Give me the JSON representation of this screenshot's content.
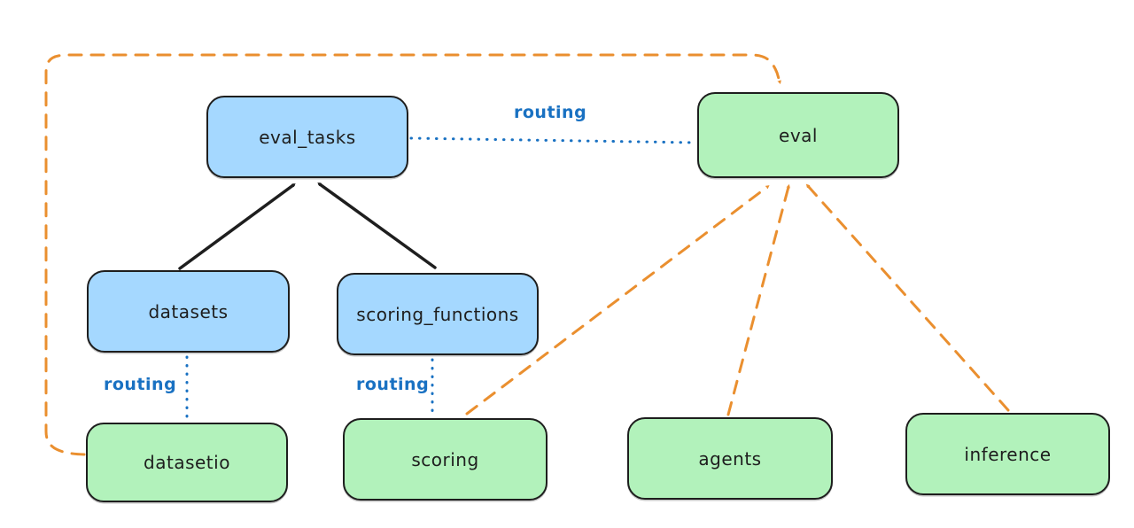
{
  "diagram": {
    "type": "architecture-diagram",
    "background": "#ffffff",
    "colors": {
      "resource_fill": "#a5d8ff",
      "provider_fill": "#b2f2bb",
      "node_stroke": "#1e1e1e",
      "routing_blue": "#1971c2",
      "orange_dashed": "#ea8f2f",
      "black_arrow": "#1e1e1e"
    },
    "nodes": [
      {
        "id": "eval_tasks",
        "label": "eval_tasks",
        "color": "blue"
      },
      {
        "id": "eval",
        "label": "eval",
        "color": "green"
      },
      {
        "id": "datasets",
        "label": "datasets",
        "color": "blue"
      },
      {
        "id": "scoring_functions",
        "label": "scoring_functions",
        "color": "blue"
      },
      {
        "id": "datasetio",
        "label": "datasetio",
        "color": "green"
      },
      {
        "id": "scoring",
        "label": "scoring",
        "color": "green"
      },
      {
        "id": "agents",
        "label": "agents",
        "color": "green"
      },
      {
        "id": "inference",
        "label": "inference",
        "color": "green"
      }
    ],
    "routing_labels": [
      {
        "text": "routing",
        "between": [
          "eval_tasks",
          "eval"
        ]
      },
      {
        "text": "routing",
        "between": [
          "datasets",
          "datasetio"
        ]
      },
      {
        "text": "routing",
        "between": [
          "scoring_functions",
          "scoring"
        ]
      }
    ],
    "edges": [
      {
        "from": "datasets",
        "to": "eval_tasks",
        "style": "solid-black-arrow"
      },
      {
        "from": "scoring_functions",
        "to": "eval_tasks",
        "style": "solid-black-arrow"
      },
      {
        "from": "eval_tasks",
        "to": "eval",
        "style": "dotted-blue",
        "label": "routing"
      },
      {
        "from": "datasets",
        "to": "datasetio",
        "style": "dotted-blue",
        "label": "routing"
      },
      {
        "from": "scoring_functions",
        "to": "scoring",
        "style": "dotted-blue",
        "label": "routing"
      },
      {
        "from": "datasetio",
        "to": "eval",
        "style": "dashed-orange-arrow",
        "route": "around-left-and-top"
      },
      {
        "from": "scoring",
        "to": "eval",
        "style": "dashed-orange-arrow"
      },
      {
        "from": "agents",
        "to": "eval",
        "style": "dashed-orange-arrow"
      },
      {
        "from": "inference",
        "to": "eval",
        "style": "dashed-orange-arrow"
      }
    ]
  }
}
